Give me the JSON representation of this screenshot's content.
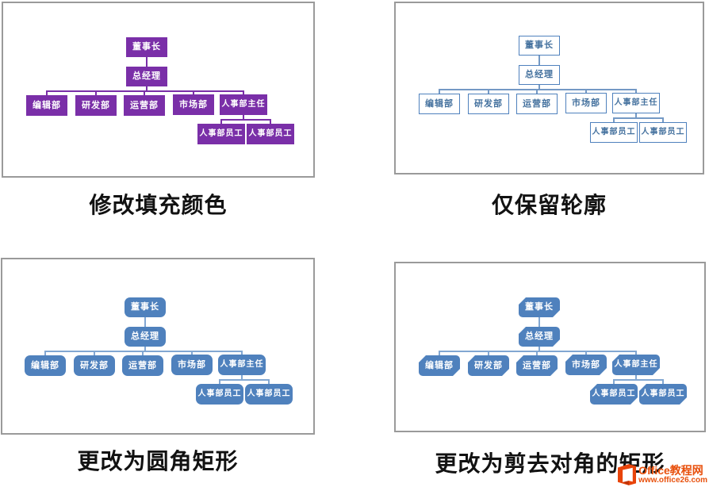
{
  "org_nodes": {
    "chairman": "董事长",
    "general_manager": "总经理",
    "editorial": "编辑部",
    "rnd": "研发部",
    "operations": "运营部",
    "marketing": "市场部",
    "hr_director": "人事部主任",
    "hr_staff_1": "人事部员工",
    "hr_staff_2": "人事部员工"
  },
  "charts": [
    {
      "caption": "修改填充颜色",
      "style": "filled",
      "box_fill": "#7A2FA8",
      "box_text_color": "#FFFFFF",
      "box_border_color": "#7A2FA8",
      "connector_color": "#7A2FA8"
    },
    {
      "caption": "仅保留轮廓",
      "style": "outline",
      "box_fill": "#FFFFFF",
      "box_text_color": "#44719E",
      "box_border_color": "#4F81BD",
      "connector_color": "#7499C5"
    },
    {
      "caption": "更改为圆角矩形",
      "style": "rounded",
      "box_fill": "#4F81BD",
      "box_text_color": "#FFFFFF",
      "box_border_color": "#4F81BD",
      "connector_color": "#82A7D2"
    },
    {
      "caption": "更改为剪去对角的矩形",
      "style": "snipped",
      "box_fill": "#4F81BD",
      "box_text_color": "#FFFFFF",
      "box_border_color": "#4F81BD",
      "connector_color": "#82A7D2"
    }
  ],
  "watermark": {
    "site_name": "Office教程网",
    "site_url": "www.office26.com",
    "brand_orange": "#E8500C",
    "logo_color": "#E8440A"
  }
}
